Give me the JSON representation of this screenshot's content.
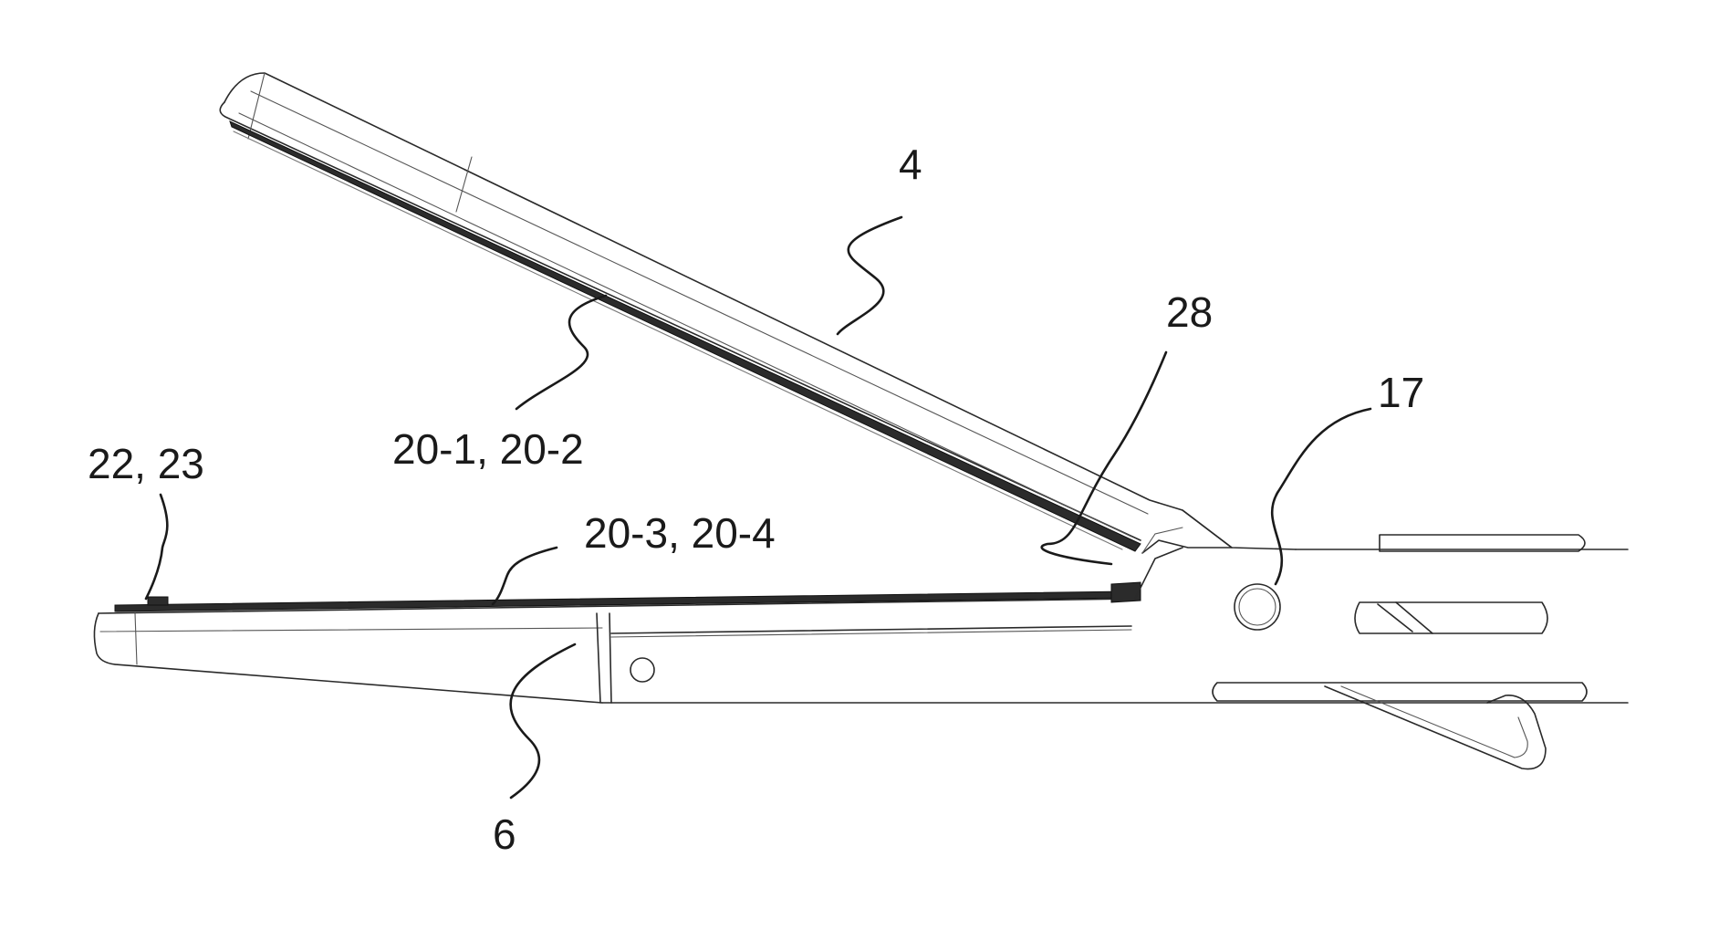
{
  "figure": {
    "labels": {
      "upper_jaw": "4",
      "upper_electrodes": "20-1, 20-2",
      "distal_elements": "22, 23",
      "lower_electrodes": "20-3, 20-4",
      "stop_element": "28",
      "pivot": "17",
      "lower_jaw": "6"
    }
  }
}
